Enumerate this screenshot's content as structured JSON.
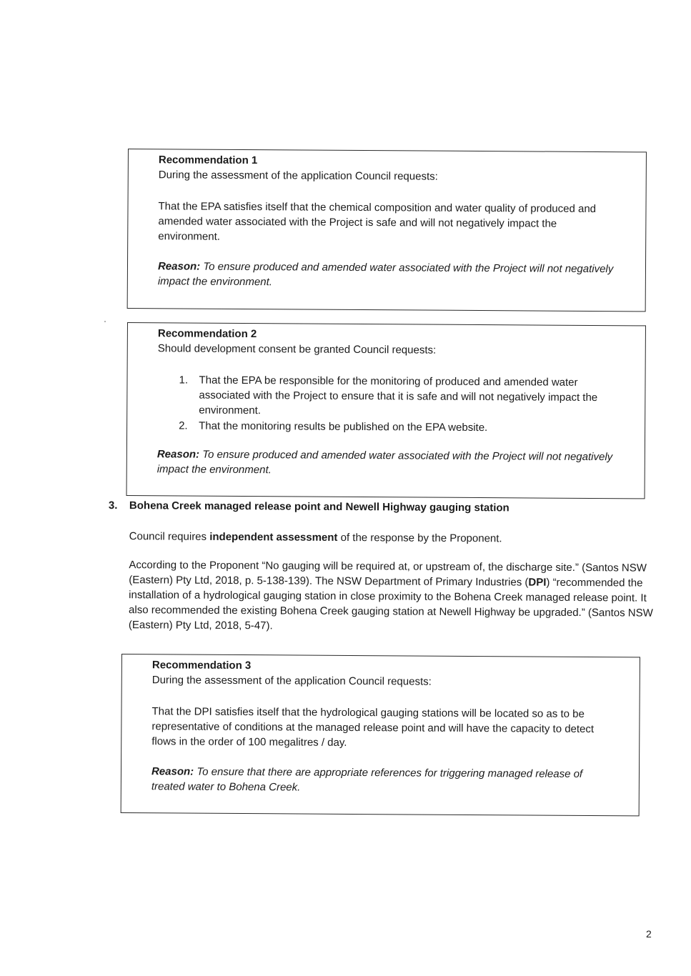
{
  "recommendation1": {
    "title": "Recommendation 1",
    "intro": "During the assessment of the application Council requests:",
    "body": "That the EPA satisfies itself that the chemical composition and water quality of produced and amended water associated with the Project is safe and will not negatively impact the environment.",
    "reason_label": "Reason:",
    "reason_text": "To ensure produced and amended water associated with the Project will not negatively impact the environment."
  },
  "recommendation2": {
    "title": "Recommendation 2",
    "intro": "Should development consent be granted Council requests:",
    "items": [
      {
        "num": "1.",
        "text": "That the EPA be responsible for the monitoring of produced and amended water associated with the Project to ensure that it is safe and will not negatively impact the environment."
      },
      {
        "num": "2.",
        "text": "That the monitoring results be published on the EPA website."
      }
    ],
    "reason_label": "Reason:",
    "reason_text": "To ensure produced and amended water associated with the Project will not negatively impact the environment."
  },
  "section3": {
    "number": "3.",
    "heading": "Bohena Creek managed release point and Newell Highway gauging station",
    "p1_pre": "Council requires ",
    "p1_bold": "independent assessment",
    "p1_post": " of the response by the Proponent.",
    "p2_a": "According to the Proponent “No gauging will be required at, or upstream of, the discharge site.” (Santos NSW (Eastern) Pty Ltd, 2018, p. 5-138-139). The NSW Department of Primary Industries (",
    "p2_bold": "DPI",
    "p2_b": ") “recommended the installation of a hydrological gauging station in close proximity to the Bohena Creek managed release point. It also recommended the existing Bohena Creek gauging station at Newell Highway be upgraded.” (Santos NSW (Eastern) Pty Ltd, 2018, 5-47)."
  },
  "recommendation3": {
    "title": "Recommendation 3",
    "intro": "During the assessment of the application Council requests:",
    "body": "That the DPI satisfies itself that the hydrological gauging stations will be located so as to be representative of conditions at the managed release point and will have the capacity to detect flows in the order of 100 megalitres / day.",
    "reason_label": "Reason:",
    "reason_text": "To ensure that there are appropriate references for triggering managed release of treated water to Bohena Creek."
  },
  "page_number": "2"
}
